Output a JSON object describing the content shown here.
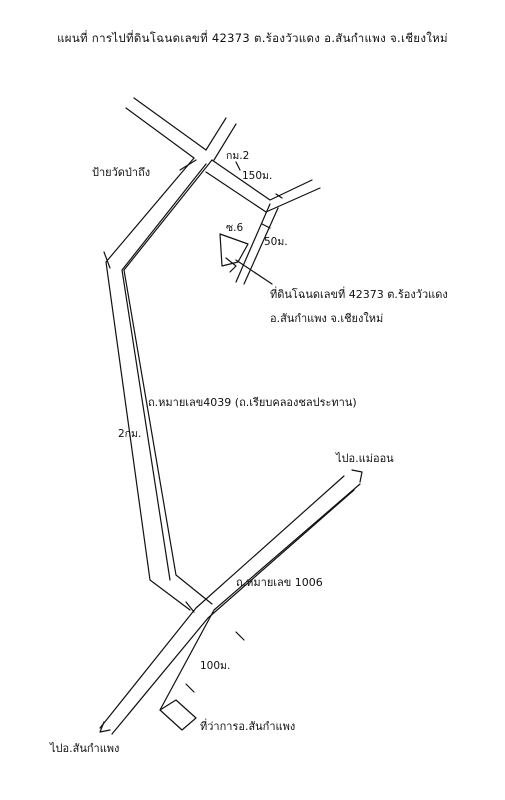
{
  "title": "แผนที่ การไปที่ดินโฉนดเลขที่ 42373 ต.ร้องวัวแดง อ.สันกำแพง จ.เชียงใหม่",
  "labels": {
    "km2": "กม.2",
    "dist_150": "150ม.",
    "soi6": "ซ.6",
    "dist_50": "50ม.",
    "sign_wat": "ป้ายวัดป่าถึง",
    "parcel_line1": "ที่ดินโฉนดเลขที่ 42373 ต.ร้องวัวแดง",
    "parcel_line2": "อ.สันกำแพง จ.เชียงใหม่",
    "road_4039": "ถ.หมายเลข4039 (ถ.เรียบคลองชลประทาน)",
    "dist_2km": "2กม.",
    "to_maeon": "ไปอ.แม่ออน",
    "road_1006": "ถ.หมายเลข 1006",
    "dist_100": "100ม.",
    "district_office": "ที่ว่าการอ.สันกำแพง",
    "to_sankamphaeng": "ไปอ.สันกำแพง"
  }
}
